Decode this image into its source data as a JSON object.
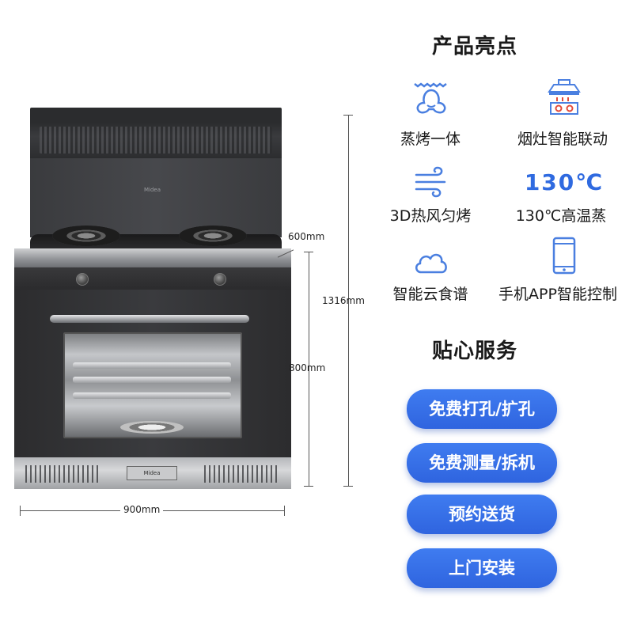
{
  "dimensions": {
    "height_total": "1316mm",
    "cooktop_height": "600mm",
    "oven_height": "800mm",
    "width": "900mm"
  },
  "highlights": {
    "title": "产品亮点",
    "items": [
      {
        "label": "蒸烤一体",
        "icon": "steam-nose-icon"
      },
      {
        "label": "烟灶智能联动",
        "icon": "hood-stove-icon"
      },
      {
        "label": "3D热风匀烤",
        "icon": "wind-icon"
      },
      {
        "label": "130℃高温蒸",
        "icon": "130c-text",
        "big_text": "130℃"
      },
      {
        "label": "智能云食谱",
        "icon": "cloud-icon"
      },
      {
        "label": "手机APP智能控制",
        "icon": "phone-icon"
      }
    ]
  },
  "service": {
    "title": "贴心服务",
    "buttons": [
      "免费打孔/扩孔",
      "免费测量/拆机",
      "预约送货",
      "上门安装"
    ]
  },
  "colors": {
    "accent": "#2f6ae0",
    "button": "#3a74ec",
    "icon_stroke": "#4a7fe0"
  }
}
